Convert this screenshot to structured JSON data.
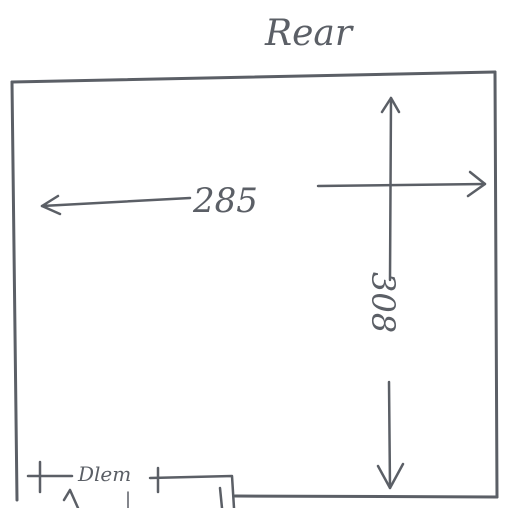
{
  "title": "Rear",
  "dimensions": {
    "width_label": "285",
    "height_label": "308",
    "small_label": "Dlem"
  },
  "colors": {
    "ink": "#5b5f66",
    "paper": "#ffffff"
  }
}
